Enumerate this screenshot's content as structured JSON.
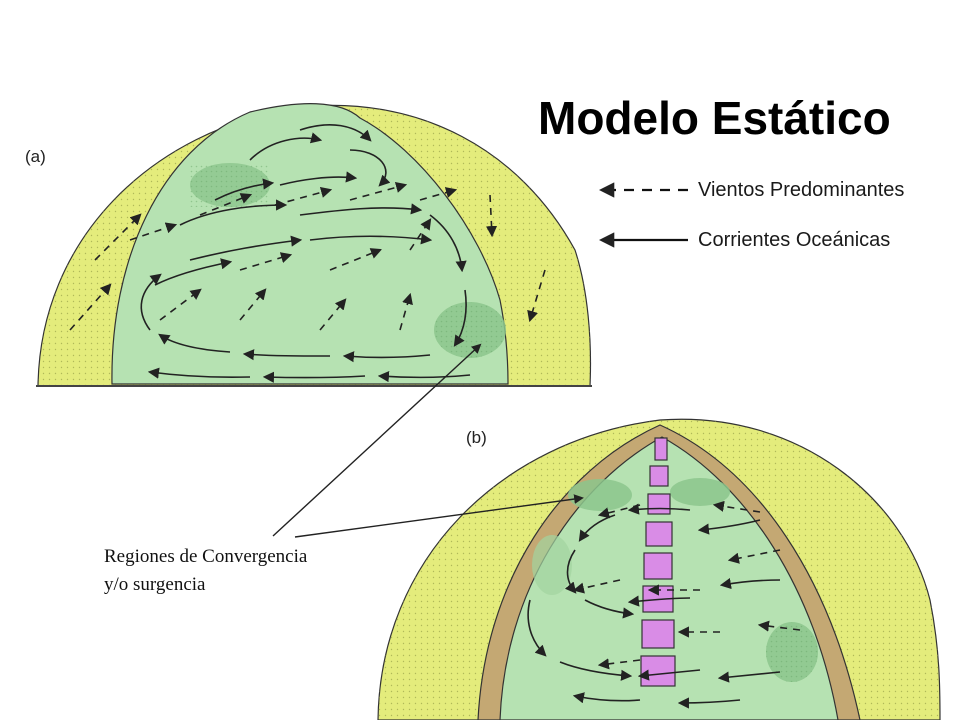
{
  "title": "Modelo Estático",
  "legend": {
    "winds": "Vientos Predominantes",
    "currents": "Corrientes Oceánicas"
  },
  "panels": {
    "a": "(a)",
    "b": "(b)"
  },
  "annotation": {
    "line1": "Regiones de Convergencia",
    "line2": "y/o surgencia"
  },
  "colors": {
    "land": "#e4ec7c",
    "ocean": "#b6e2b2",
    "ridge_brown": "#c4a873",
    "ridge_segments": "#d98ce6",
    "convergence_shade": "#8cc58c",
    "line": "#222222"
  }
}
